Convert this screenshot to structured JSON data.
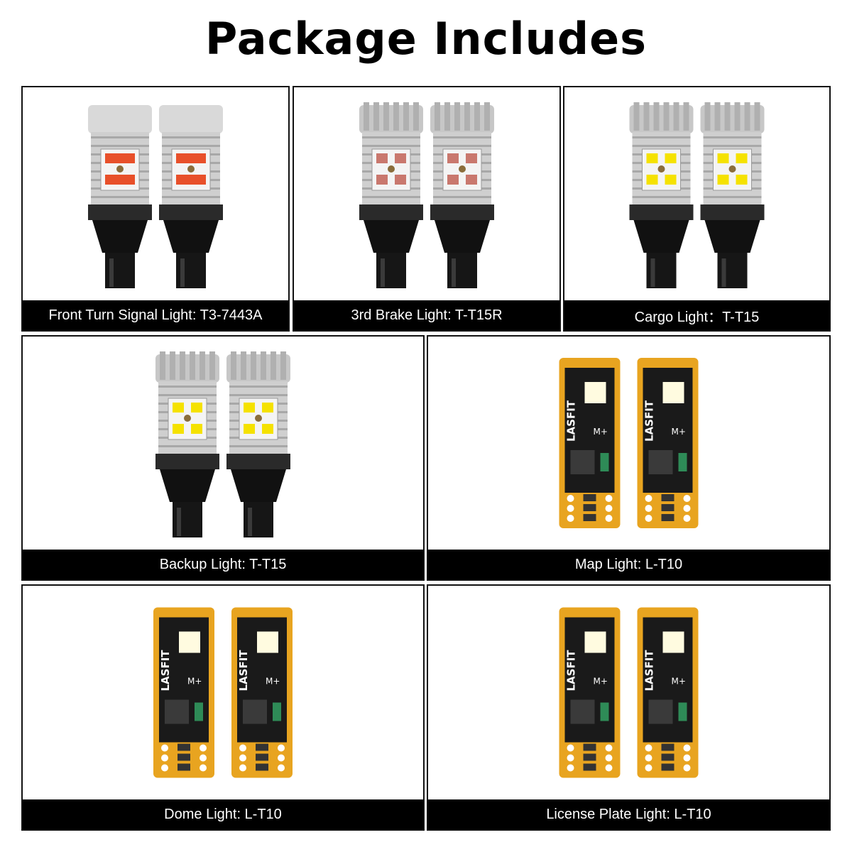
{
  "title": "Package Includes",
  "brand": "LASFIT",
  "products": [
    {
      "caption": "Front Turn Signal Light: T3-7443A",
      "bulb": "wedge-7443",
      "led_color": "#e8502a",
      "icon": "wedge-bulb-icon"
    },
    {
      "caption": "3rd Brake Light: T-T15R",
      "bulb": "wedge-t15",
      "led_color": "#c9786e",
      "icon": "wedge-bulb-icon"
    },
    {
      "caption": "Cargo Light：T-T15",
      "bulb": "wedge-t15",
      "led_color": "#f5e200",
      "icon": "wedge-bulb-icon"
    },
    {
      "caption": "Backup Light: T-T15",
      "bulb": "wedge-t15",
      "led_color": "#f5e200",
      "icon": "wedge-bulb-icon"
    },
    {
      "caption": "Map Light: L-T10",
      "bulb": "t10-pcb",
      "led_color": "#f5e200",
      "icon": "t10-bulb-icon"
    },
    {
      "caption": "Dome Light: L-T10",
      "bulb": "t10-pcb",
      "led_color": "#f5e200",
      "icon": "t10-bulb-icon"
    },
    {
      "caption": "License Plate Light: L-T10",
      "bulb": "t10-pcb",
      "led_color": "#f5e200",
      "icon": "t10-bulb-icon"
    }
  ]
}
